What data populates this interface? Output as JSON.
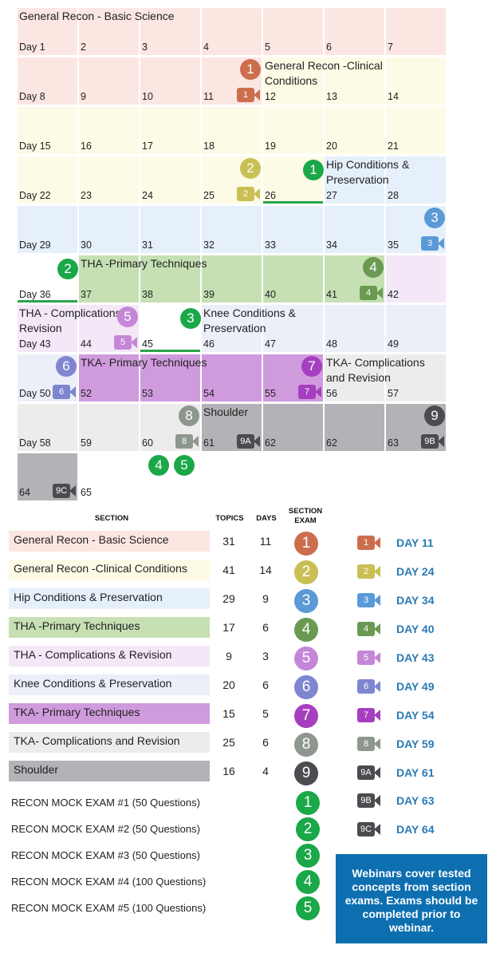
{
  "calendar": {
    "sections": [
      {
        "label": "General Recon - Basic Science",
        "color": "#fce6e1"
      },
      {
        "label": "General Recon -Clinical Conditions",
        "color": "#fdfbe6"
      },
      {
        "label": "Hip Conditions & Preservation",
        "color": "#e6f0fb"
      },
      {
        "label": "THA -Primary Techniques",
        "color": "#c6e0b4"
      },
      {
        "label": "THA - Complications & Revision",
        "color": "#f3e7f8"
      },
      {
        "label": "Knee Conditions & Preservation",
        "color": "#eceef8"
      },
      {
        "label": "TKA- Primary Techniques",
        "color": "#d09bdd"
      },
      {
        "label": "TKA- Complications and Revision",
        "color": "#ececec"
      },
      {
        "label": "Shoulder",
        "color": "#b3b2b6"
      }
    ],
    "day_labels": [
      "Day 1",
      "2",
      "3",
      "4",
      "5",
      "6",
      "7",
      "Day 8",
      "9",
      "10",
      "11",
      "12",
      "13",
      "14",
      "Day 15",
      "16",
      "17",
      "18",
      "19",
      "20",
      "21",
      "Day 22",
      "23",
      "24",
      "25",
      "26",
      "27",
      "28",
      "Day 29",
      "30",
      "31",
      "32",
      "33",
      "34",
      "35",
      "Day 36",
      "37",
      "38",
      "39",
      "40",
      "41",
      "42",
      "Day 43",
      "44",
      "45",
      "46",
      "47",
      "48",
      "49",
      "Day 50",
      "52",
      "53",
      "54",
      "55",
      "56",
      "57",
      "Day 58",
      "59",
      "60",
      "61",
      "62",
      "62",
      "63",
      "64",
      "65"
    ],
    "cell_sections": [
      0,
      0,
      0,
      0,
      0,
      0,
      0,
      0,
      0,
      0,
      0,
      1,
      1,
      1,
      1,
      1,
      1,
      1,
      1,
      1,
      1,
      1,
      1,
      1,
      1,
      1,
      2,
      2,
      2,
      2,
      2,
      2,
      2,
      2,
      2,
      -1,
      3,
      3,
      3,
      3,
      3,
      4,
      4,
      4,
      -1,
      5,
      5,
      5,
      5,
      5,
      6,
      6,
      6,
      6,
      7,
      7,
      7,
      7,
      7,
      8,
      8,
      8,
      8,
      8,
      -1
    ],
    "labels": [
      {
        "text": "General Recon - Basic Science",
        "cell": 0
      },
      {
        "text": "General Recon -Clinical Conditions",
        "cell": 11
      },
      {
        "text": "Hip Conditions & Preservation",
        "cell": 26
      },
      {
        "text": "THA -Primary Techniques",
        "cell": 36
      },
      {
        "text": "THA - Complications & Revision",
        "cell": 42
      },
      {
        "text": "Knee Conditions & Preservation",
        "cell": 45
      },
      {
        "text": "TKA- Primary Techniques",
        "cell": 50
      },
      {
        "text": "TKA- Complications and Revision",
        "cell": 54
      },
      {
        "text": "Shoulder",
        "cell": 59
      }
    ],
    "circles": [
      {
        "text": "1",
        "cell": 10,
        "kind": "section",
        "color": "#cc6e4e"
      },
      {
        "text": "2",
        "cell": 24,
        "kind": "section",
        "color": "#c9bf55"
      },
      {
        "text": "1",
        "cell": 25,
        "kind": "mock",
        "color": "#1aa848"
      },
      {
        "text": "3",
        "cell": 34,
        "kind": "section",
        "color": "#5a9ad6"
      },
      {
        "text": "2",
        "cell": 35,
        "kind": "mock",
        "color": "#1aa848"
      },
      {
        "text": "4",
        "cell": 40,
        "kind": "section",
        "color": "#6a9a52"
      },
      {
        "text": "5",
        "cell": 43,
        "kind": "section",
        "color": "#c487d8"
      },
      {
        "text": "3",
        "cell": 44,
        "kind": "mock",
        "color": "#1aa848"
      },
      {
        "text": "6",
        "cell": 49,
        "kind": "section",
        "color": "#7d86cf"
      },
      {
        "text": "7",
        "cell": 53,
        "kind": "section",
        "color": "#a63fbf"
      },
      {
        "text": "8",
        "cell": 58,
        "kind": "section",
        "color": "#8e978e"
      },
      {
        "text": "9",
        "cell": 62,
        "kind": "section",
        "color": "#4b4c50"
      },
      {
        "text": "4",
        "cell": 64,
        "kind": "mockA",
        "color": "#1aa848"
      },
      {
        "text": "5",
        "cell": 64,
        "kind": "mockB",
        "color": "#1aa848"
      }
    ],
    "cams": [
      {
        "text": "1",
        "cell": 10,
        "color": "#cc6e4e"
      },
      {
        "text": "2",
        "cell": 24,
        "color": "#c9bf55"
      },
      {
        "text": "3",
        "cell": 34,
        "color": "#5a9ad6"
      },
      {
        "text": "4",
        "cell": 40,
        "color": "#6a9a52"
      },
      {
        "text": "5",
        "cell": 43,
        "color": "#c487d8"
      },
      {
        "text": "6",
        "cell": 49,
        "color": "#7d86cf"
      },
      {
        "text": "7",
        "cell": 53,
        "color": "#a63fbf"
      },
      {
        "text": "8",
        "cell": 58,
        "color": "#8e978e"
      },
      {
        "text": "9A",
        "cell": 59,
        "color": "#4b4c50"
      },
      {
        "text": "9B",
        "cell": 62,
        "color": "#4b4c50"
      },
      {
        "text": "9C",
        "cell": 63,
        "color": "#4b4c50"
      }
    ],
    "underlines": [
      25,
      35,
      44
    ]
  },
  "table": {
    "headers": {
      "section": "SECTION",
      "topics": "TOPICS",
      "days": "DAYS",
      "exam_line1": "SECTION",
      "exam_line2": "EXAM"
    },
    "rows": [
      {
        "section": "General Recon - Basic Science",
        "topics": "31",
        "days": "11",
        "exam": "1",
        "webinar": "1",
        "day": "DAY 11",
        "bg": "#fce6e1",
        "color": "#cc6e4e"
      },
      {
        "section": "General Recon -Clinical Conditions",
        "topics": "41",
        "days": "14",
        "exam": "2",
        "webinar": "2",
        "day": "DAY 24",
        "bg": "#fdfbe6",
        "color": "#c9bf55"
      },
      {
        "section": "Hip Conditions & Preservation",
        "topics": "29",
        "days": "9",
        "exam": "3",
        "webinar": "3",
        "day": "DAY 34",
        "bg": "#e6f0fb",
        "color": "#5a9ad6"
      },
      {
        "section": "THA -Primary Techniques",
        "topics": "17",
        "days": "6",
        "exam": "4",
        "webinar": "4",
        "day": "DAY 40",
        "bg": "#c6e0b4",
        "color": "#6a9a52"
      },
      {
        "section": "THA - Complications & Revision",
        "topics": "9",
        "days": "3",
        "exam": "5",
        "webinar": "5",
        "day": "DAY 43",
        "bg": "#f3e7f8",
        "color": "#c487d8"
      },
      {
        "section": "Knee Conditions & Preservation",
        "topics": "20",
        "days": "6",
        "exam": "6",
        "webinar": "6",
        "day": "DAY 49",
        "bg": "#eceef8",
        "color": "#7d86cf"
      },
      {
        "section": "TKA- Primary Techniques",
        "topics": "15",
        "days": "5",
        "exam": "7",
        "webinar": "7",
        "day": "DAY 54",
        "bg": "#d09bdd",
        "color": "#a63fbf"
      },
      {
        "section": "TKA- Complications and Revision",
        "topics": "25",
        "days": "6",
        "exam": "8",
        "webinar": "8",
        "day": "DAY 59",
        "bg": "#ececec",
        "color": "#8e978e"
      },
      {
        "section": "Shoulder",
        "topics": "16",
        "days": "4",
        "exam": "9",
        "webinar": "9A",
        "day": "DAY 61",
        "bg": "#b3b2b6",
        "color": "#4b4c50"
      }
    ],
    "extra_webinars": [
      {
        "webinar": "9B",
        "day": "DAY 63",
        "color": "#4b4c50"
      },
      {
        "webinar": "9C",
        "day": "DAY 64",
        "color": "#4b4c50"
      }
    ],
    "mock_exams": [
      {
        "label": "RECON MOCK EXAM #1 (50 Questions)",
        "num": "1",
        "color": "#1aa848"
      },
      {
        "label": "RECON MOCK EXAM #2 (50 Questions)",
        "num": "2",
        "color": "#1aa848"
      },
      {
        "label": "RECON MOCK EXAM #3 (50 Questions)",
        "num": "3",
        "color": "#1aa848"
      },
      {
        "label": "RECON MOCK EXAM #4 (100 Questions)",
        "num": "4",
        "color": "#1aa848"
      },
      {
        "label": "RECON MOCK EXAM #5 (100 Questions)",
        "num": "5",
        "color": "#1aa848"
      }
    ]
  },
  "note": "Webinars cover tested concepts from section exams. Exams should be completed prior to webinar."
}
